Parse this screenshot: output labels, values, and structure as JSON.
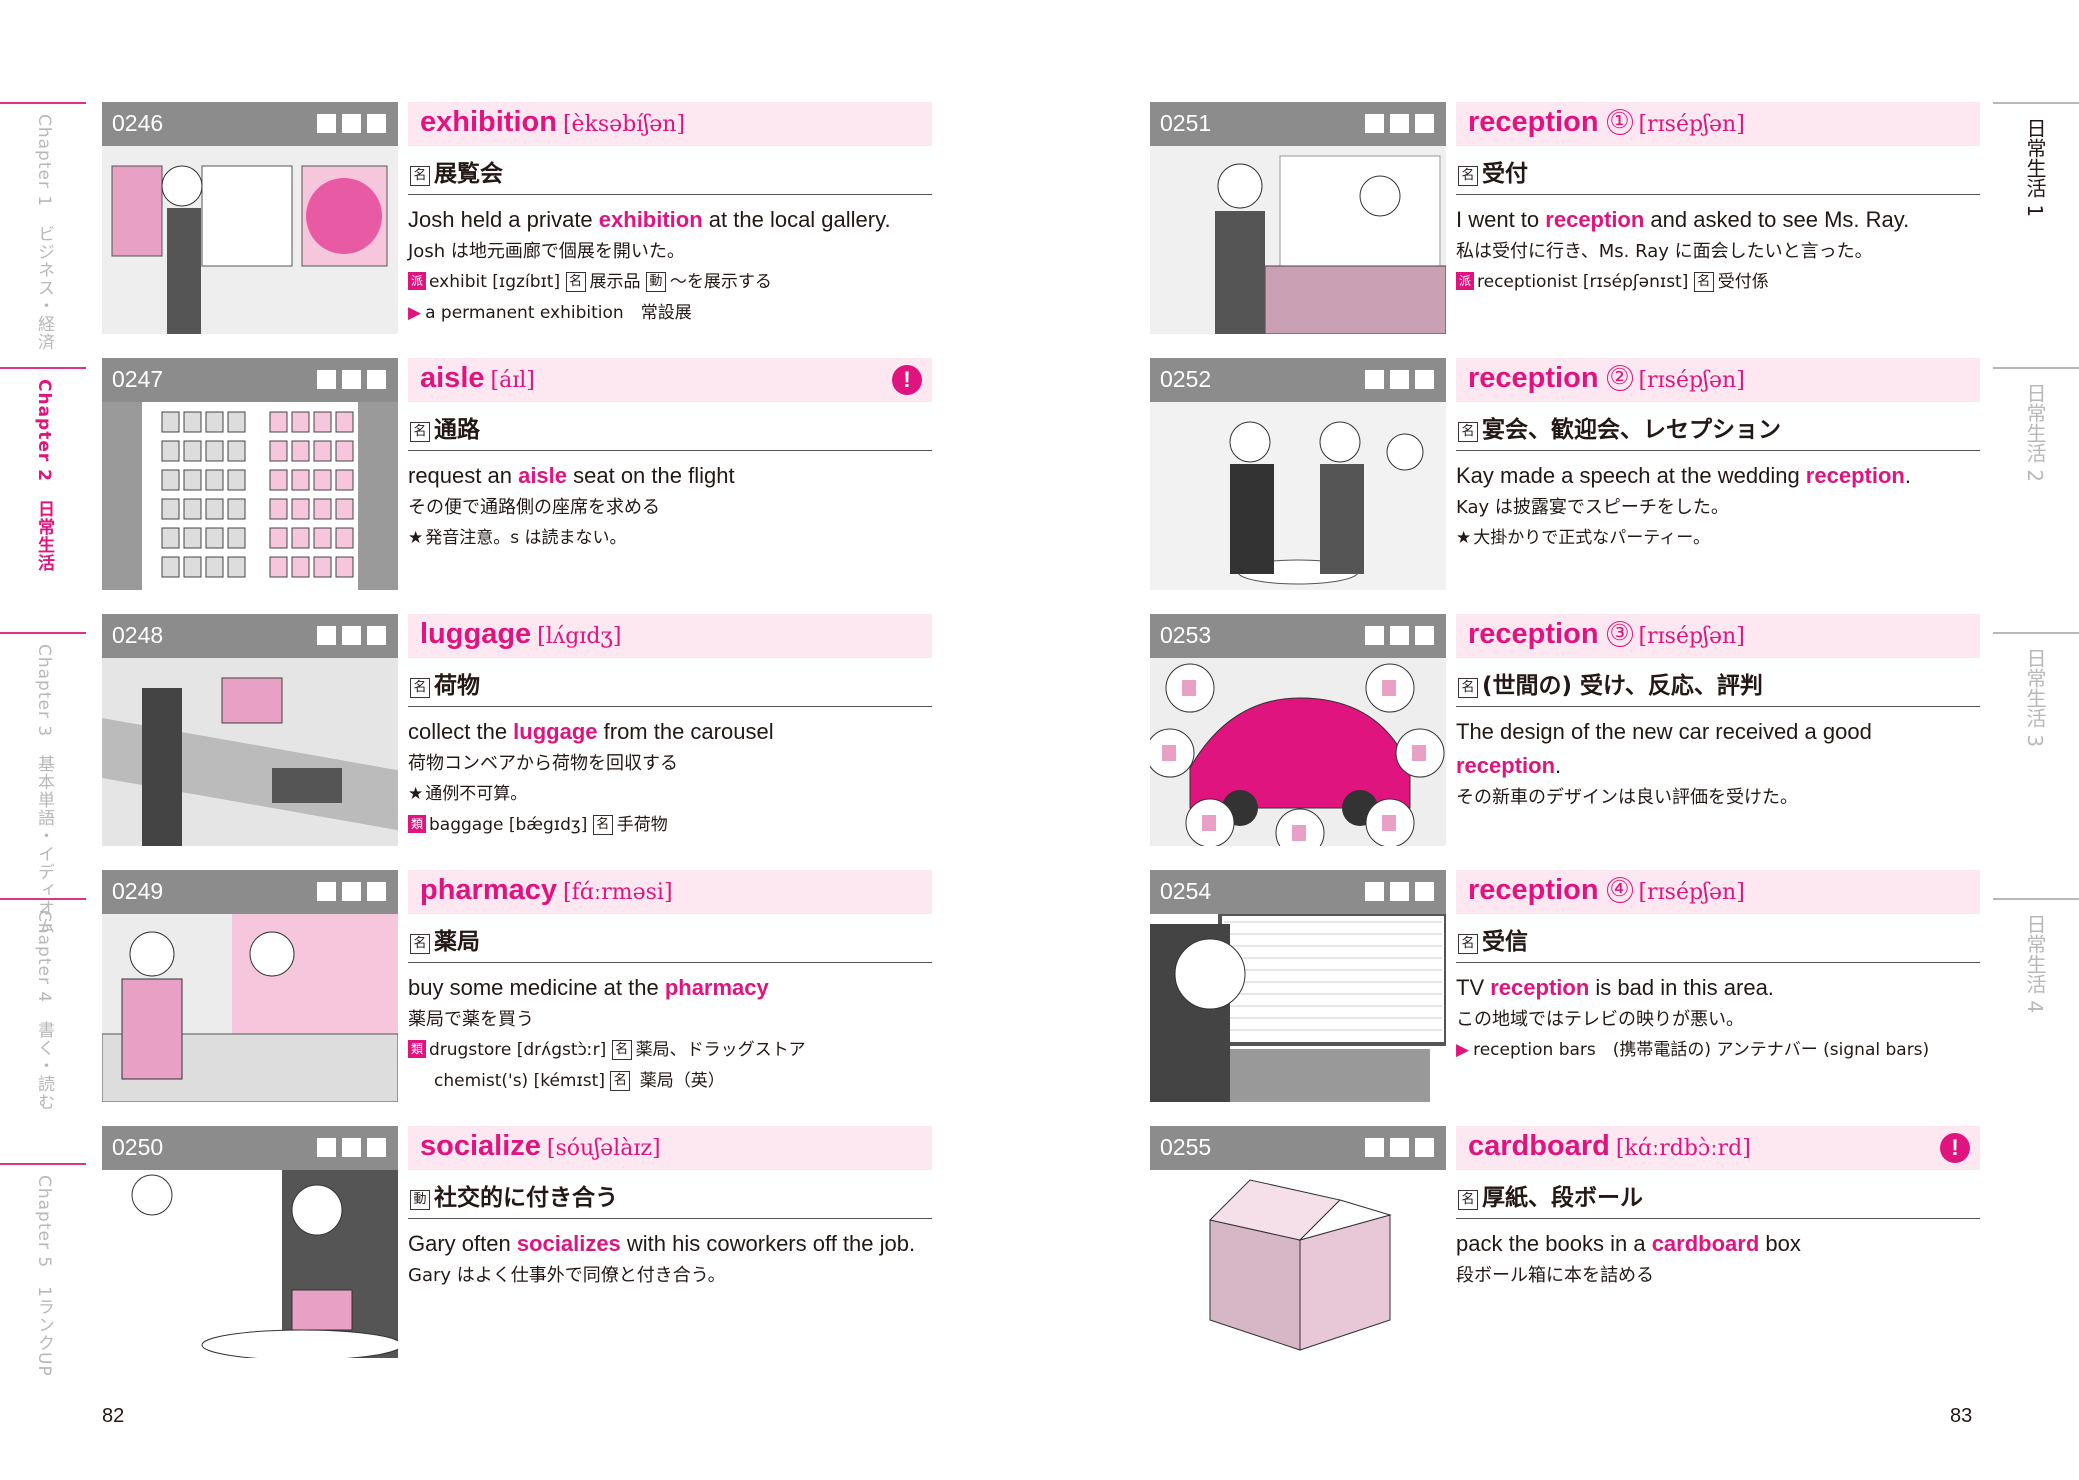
{
  "left_tabs": [
    {
      "label": "Chapter 1　ビジネス・経済",
      "active": false
    },
    {
      "label": "Chapter 2　日常生活",
      "active": true
    },
    {
      "label": "Chapter 3　基本単語・イディオム",
      "active": false
    },
    {
      "label": "Chapter 4　書く・読む",
      "active": false
    },
    {
      "label": "Chapter 5　1ランクUP",
      "active": false
    }
  ],
  "right_tabs": [
    {
      "label": "日常生活 1",
      "active": true
    },
    {
      "label": "日常生活 2",
      "active": false
    },
    {
      "label": "日常生活 3",
      "active": false
    },
    {
      "label": "日常生活 4",
      "active": false
    }
  ],
  "accent_color": "#e0147f",
  "entries": [
    {
      "num": "0246",
      "word": "exhibition",
      "sense": "",
      "ipa": "[èksəbíʃən]",
      "alert": false,
      "pos": "名",
      "meaning": "展覧会",
      "ex_en": [
        "Josh held a private ",
        "exhibition",
        " at the local gallery."
      ],
      "ex_ja": "Josh は地元画廊で個展を開いた。",
      "notes": [
        {
          "marker": "派",
          "segs": [
            {
              "t": "exhibit [ɪgzíbɪt] "
            },
            {
              "box": "名"
            },
            {
              "t": "展示品 "
            },
            {
              "box": "動"
            },
            {
              "t": "～を展示する"
            }
          ]
        },
        {
          "marker": "▶",
          "segs": [
            {
              "t": "a permanent exhibition　常設展"
            }
          ]
        }
      ]
    },
    {
      "num": "0247",
      "word": "aisle",
      "sense": "",
      "ipa": "[áɪl]",
      "alert": true,
      "pos": "名",
      "meaning": "通路",
      "ex_en": [
        "request an ",
        "aisle",
        " seat on the flight"
      ],
      "ex_ja": "その便で通路側の座席を求める",
      "notes": [
        {
          "marker": "★",
          "segs": [
            {
              "t": "発音注意。s は読まない。"
            }
          ]
        }
      ]
    },
    {
      "num": "0248",
      "word": "luggage",
      "sense": "",
      "ipa": "[lʌ́gɪdʒ]",
      "alert": false,
      "pos": "名",
      "meaning": "荷物",
      "ex_en": [
        "collect the ",
        "luggage",
        " from the carousel"
      ],
      "ex_ja": "荷物コンベアから荷物を回収する",
      "notes": [
        {
          "marker": "★",
          "segs": [
            {
              "t": "通例不可算。"
            }
          ]
        },
        {
          "marker": "類",
          "segs": [
            {
              "t": "baggage [bǽgɪdʒ] "
            },
            {
              "box": "名"
            },
            {
              "t": "手荷物"
            }
          ]
        }
      ]
    },
    {
      "num": "0249",
      "word": "pharmacy",
      "sense": "",
      "ipa": "[fɑ́ːrməsi]",
      "alert": false,
      "pos": "名",
      "meaning": "薬局",
      "ex_en": [
        "buy some medicine at the ",
        "pharmacy",
        ""
      ],
      "ex_ja": "薬局で薬を買う",
      "notes": [
        {
          "marker": "類",
          "segs": [
            {
              "t": "drugstore [drʌ́gstɔ̀ːr] "
            },
            {
              "box": "名"
            },
            {
              "t": "薬局、ドラッグストア"
            }
          ]
        },
        {
          "marker": "",
          "segs": [
            {
              "t": "chemist('s) [kémɪst] "
            },
            {
              "box": "名"
            },
            {
              "t": " 薬局（英）"
            }
          ]
        }
      ]
    },
    {
      "num": "0250",
      "word": "socialize",
      "sense": "",
      "ipa": "[sóuʃəlàɪz]",
      "alert": false,
      "pos": "動",
      "meaning": "社交的に付き合う",
      "ex_en": [
        "Gary often ",
        "socializes",
        " with his coworkers off the job."
      ],
      "ex_ja": "Gary はよく仕事外で同僚と付き合う。",
      "notes": []
    },
    {
      "num": "0251",
      "word": "reception",
      "sense": "1",
      "ipa": "[rɪsépʃən]",
      "alert": false,
      "pos": "名",
      "meaning": "受付",
      "ex_en": [
        "I went to ",
        "reception",
        " and asked to see Ms. Ray."
      ],
      "ex_ja": "私は受付に行き、Ms. Ray に面会したいと言った。",
      "notes": [
        {
          "marker": "派",
          "segs": [
            {
              "t": "receptionist [rɪsépʃənɪst] "
            },
            {
              "box": "名"
            },
            {
              "t": "受付係"
            }
          ]
        }
      ]
    },
    {
      "num": "0252",
      "word": "reception",
      "sense": "2",
      "ipa": "[rɪsépʃən]",
      "alert": false,
      "pos": "名",
      "meaning": "宴会、歓迎会、レセプション",
      "ex_en": [
        "Kay made a speech at the wedding ",
        "reception",
        "."
      ],
      "ex_ja": "Kay は披露宴でスピーチをした。",
      "notes": [
        {
          "marker": "★",
          "segs": [
            {
              "t": "大掛かりで正式なパーティー。"
            }
          ]
        }
      ]
    },
    {
      "num": "0253",
      "word": "reception",
      "sense": "3",
      "ipa": "[rɪsépʃən]",
      "alert": false,
      "pos": "名",
      "meaning": "(世間の) 受け、反応、評判",
      "ex_en": [
        "The design of the new car received a good ",
        "reception",
        "."
      ],
      "ex_ja": "その新車のデザインは良い評価を受けた。",
      "notes": []
    },
    {
      "num": "0254",
      "word": "reception",
      "sense": "4",
      "ipa": "[rɪsépʃən]",
      "alert": false,
      "pos": "名",
      "meaning": "受信",
      "ex_en": [
        "TV ",
        "reception",
        " is bad in this area."
      ],
      "ex_ja": "この地域ではテレビの映りが悪い。",
      "notes": [
        {
          "marker": "▶",
          "segs": [
            {
              "t": "reception bars　(携帯電話の) アンテナバー (signal bars)"
            }
          ]
        }
      ]
    },
    {
      "num": "0255",
      "word": "cardboard",
      "sense": "",
      "ipa": "[kɑ́ːrdbɔ̀ːrd]",
      "alert": true,
      "pos": "名",
      "meaning": "厚紙、段ボール",
      "ex_en": [
        "pack the books in a ",
        "cardboard",
        " box"
      ],
      "ex_ja": "段ボール箱に本を詰める",
      "notes": []
    }
  ],
  "page_numbers": {
    "left": "82",
    "right": "83"
  }
}
